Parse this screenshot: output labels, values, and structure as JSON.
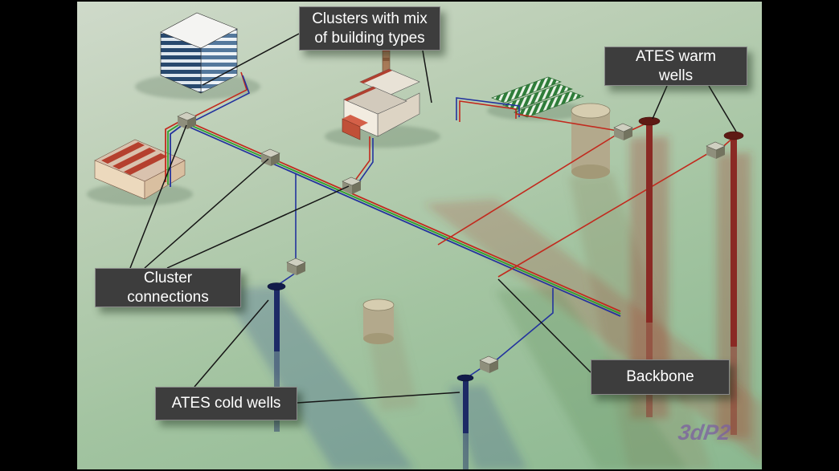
{
  "diagram": {
    "labels": {
      "clusters": "Clusters with mix\nof building types",
      "warm_wells": "ATES warm\nwells",
      "cluster_connections": "Cluster\nconnections",
      "backbone": "Backbone",
      "cold_wells": "ATES cold wells"
    },
    "watermark": "3dP2",
    "colors": {
      "callout_box_bg": "#3d3d3d",
      "callout_text": "#ffffff",
      "warm_pipe": "#c22a1e",
      "cold_pipe": "#23339e",
      "backbone_pipe": "#2f9e2f",
      "warm_well": "#8a2a24",
      "cold_well": "#1d2a66",
      "ground_light": "#cfdaca",
      "ground_dark": "#8bb890",
      "frame": "#000000"
    }
  }
}
